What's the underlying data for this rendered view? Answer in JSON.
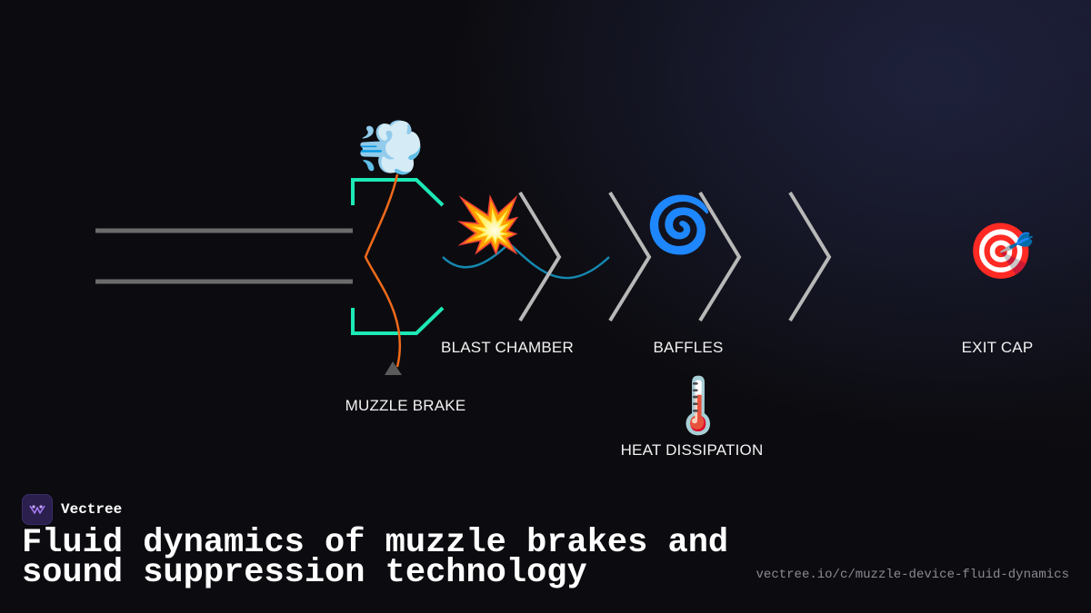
{
  "diagram": {
    "stages": [
      {
        "id": "muzzle-brake",
        "label": "MUZZLE BRAKE",
        "icon": "dashing-away-icon",
        "icon_glyph": "💨"
      },
      {
        "id": "blast-chamber",
        "label": "BLAST CHAMBER",
        "icon": "collision-icon",
        "icon_glyph": "💥"
      },
      {
        "id": "baffles",
        "label": "BAFFLES",
        "icon": "cyclone-icon",
        "icon_glyph": "🌀"
      },
      {
        "id": "exit-cap",
        "label": "EXIT CAP",
        "icon": "direct-hit-icon",
        "icon_glyph": "🎯"
      },
      {
        "id": "heat-dissipation",
        "label": "HEAT DISSIPATION",
        "icon": "thermometer-icon",
        "icon_glyph": "🌡️"
      }
    ],
    "colors": {
      "barrel": "#6b6b6b",
      "brake": "#1de9b6",
      "gas_path": "#f06a1a",
      "wave": "#1688b0",
      "baffle": "#b8b8b8",
      "marker": "#5a5a5a"
    }
  },
  "footer": {
    "brand": "Vectree",
    "title_line1": "Fluid dynamics of muzzle brakes and",
    "title_line2": "sound suppression technology",
    "url": "vectree.io/c/muzzle-device-fluid-dynamics"
  }
}
